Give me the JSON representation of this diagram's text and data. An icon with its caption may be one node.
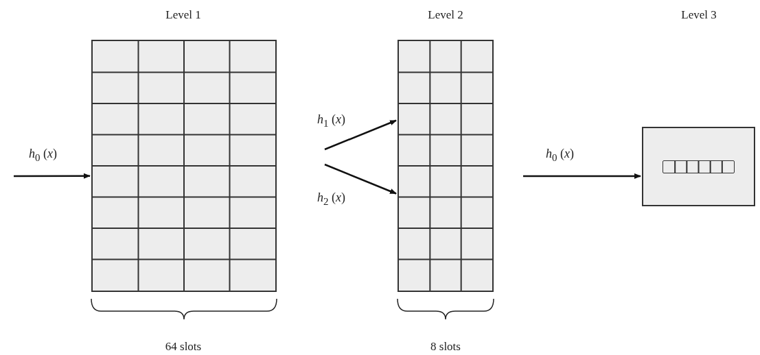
{
  "diagram": {
    "nodes": [
      {
        "text": [],
        "shape": "box"
      },
      {
        "text": [],
        "shape": "box"
      },
      {
        "text": [],
        "shape": "box"
      },
      {
        "text": [],
        "shape": "bar",
        "in": 2
      }
    ],
    "edges": [
      {
        "from": null,
        "to": 0,
        "arrow": "to",
        "label": "*h*$_{0}$ (*x*)"
      },
      {
        "from": null,
        "to": 1,
        "arrow": "to",
        "label": "*h*$_{1}$ (*x*)"
      },
      {
        "from": null,
        "to": 1,
        "arrow": "to",
        "label": "*h*$_{2}$ (*x*)"
      },
      {
        "from": null,
        "to": 2,
        "arrow": "to",
        "label": "*h*$_{0}$ (*x*)"
      }
    ],
    "labels": [
      "Level 1",
      "Level 2",
      "Level 3",
      "64 slots",
      "8 slots"
    ]
  }
}
